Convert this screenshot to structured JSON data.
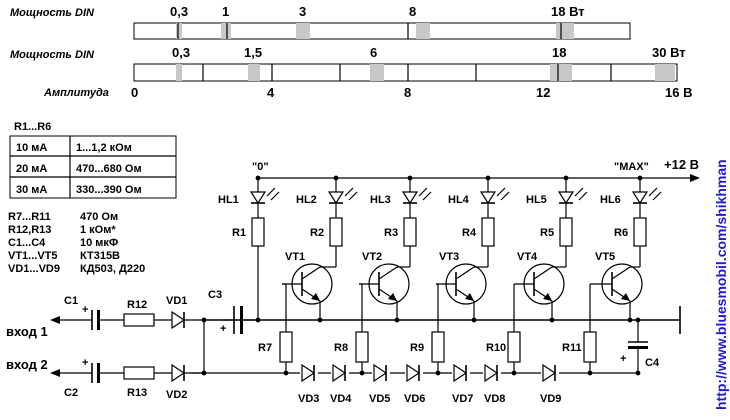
{
  "scales": {
    "row1": {
      "label": "Мощность DIN",
      "ticks": [
        "0,3",
        "1",
        "3",
        "8",
        "18 Вт"
      ]
    },
    "row2": {
      "label": "Мощность DIN",
      "ticks": [
        "0,3",
        "1,5",
        "6",
        "18",
        "30 Вт"
      ]
    },
    "row3": {
      "label": "Амплитуда",
      "ticks": [
        "0",
        "4",
        "8",
        "12",
        "16 В"
      ]
    }
  },
  "table": {
    "header": "R1...R6",
    "rows": [
      {
        "current": "10 мА",
        "value": "1...1,2 кОм"
      },
      {
        "current": "20 мА",
        "value": "470...680 Ом"
      },
      {
        "current": "30 мА",
        "value": "330...390 Ом"
      }
    ]
  },
  "parts": [
    {
      "ref": "R7...R11",
      "value": "470 Ом"
    },
    {
      "ref": "R12,R13",
      "value": "1 кОм*"
    },
    {
      "ref": "C1...C4",
      "value": "10 мкФ"
    },
    {
      "ref": "VT1...VT5",
      "value": "КТ315В"
    },
    {
      "ref": "VD1...VD9",
      "value": "КД503, Д220"
    }
  ],
  "circuit": {
    "zero_label": "\"0\"",
    "max_label": "\"MAX\"",
    "supply_label": "+12 В",
    "input1_label": "вход 1",
    "input2_label": "вход 2",
    "plus_sign": "+",
    "leds": [
      "HL1",
      "HL2",
      "HL3",
      "HL4",
      "HL5",
      "HL6"
    ],
    "led_resistors": [
      "R1",
      "R2",
      "R3",
      "R4",
      "R5",
      "R6"
    ],
    "transistors": [
      "VT1",
      "VT2",
      "VT3",
      "VT4",
      "VT5"
    ],
    "base_resistors": [
      "R7",
      "R8",
      "R9",
      "R10",
      "R11"
    ],
    "chain_diodes": [
      "VD3",
      "VD4",
      "VD5",
      "VD6",
      "VD7",
      "VD8",
      "VD9"
    ],
    "input_caps": [
      "C1",
      "C2"
    ],
    "input_resistors": [
      "R12",
      "R13"
    ],
    "input_diodes": [
      "VD1",
      "VD2"
    ],
    "c3_label": "C3",
    "c4_label": "C4"
  },
  "website": "http://www.bluesmobil.com/shikhman"
}
